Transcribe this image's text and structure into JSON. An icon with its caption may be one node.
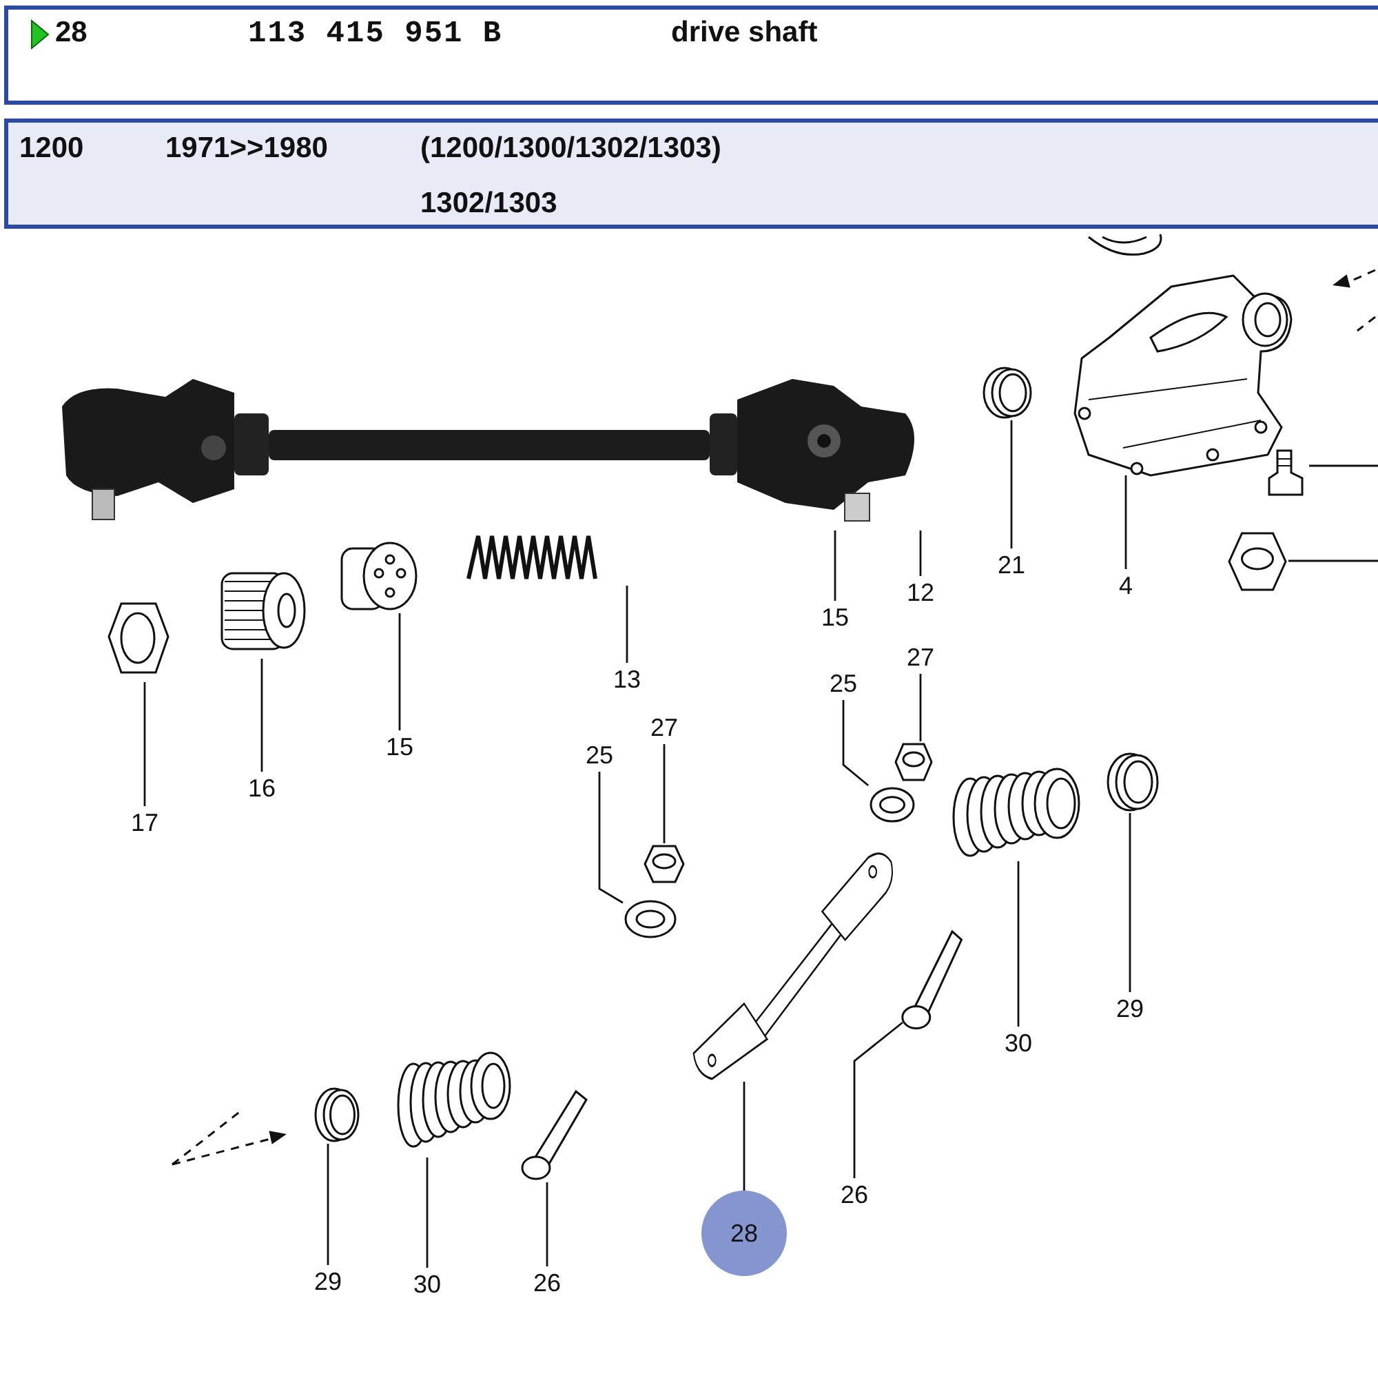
{
  "diagram": {
    "nodes": [
      {
        "text": [],
        "shape": "picture"
      },
      {
        "text": [],
        "shape": "picture"
      },
      {
        "text": [],
        "shape": "picture"
      },
      {
        "text": [],
        "shape": "picture"
      },
      {
        "text": [],
        "shape": "picture"
      },
      {
        "text": [],
        "shape": "picture"
      },
      {
        "text": [],
        "shape": "picture"
      },
      {
        "text": [],
        "shape": "picture"
      },
      {
        "text": [],
        "shape": "picture"
      },
      {
        "text": [],
        "shape": "picture"
      },
      {
        "text": [],
        "shape": "picture"
      },
      {
        "text": [],
        "shape": "picture"
      },
      {
        "text": [],
        "shape": "picture"
      },
      {
        "text": [],
        "shape": "picture"
      },
      {
        "text": [],
        "shape": "picture"
      },
      {
        "text": [],
        "shape": "picture"
      },
      {
        "text": [],
        "shape": "picture"
      },
      {
        "text": [],
        "shape": "picture"
      },
      {
        "text": [],
        "shape": "picture"
      },
      {
        "text": [],
        "shape": "picture"
      },
      {
        "text": [
          "17"
        ]
      },
      {
        "text": [
          "16"
        ]
      },
      {
        "text": [
          "15"
        ]
      },
      {
        "text": [
          "13"
        ]
      },
      {
        "text": [
          "15"
        ]
      },
      {
        "text": [
          "12"
        ]
      },
      {
        "text": [
          "21"
        ]
      },
      {
        "text": [
          "4"
        ]
      },
      {
        "text": [
          "25"
        ]
      },
      {
        "text": [
          "27"
        ]
      },
      {
        "text": [
          "25"
        ]
      },
      {
        "text": [
          "27"
        ]
      },
      {
        "text": [
          "30"
        ]
      },
      {
        "text": [
          "29"
        ]
      },
      {
        "text": [
          "28"
        ]
      },
      {
        "text": [
          "26"
        ]
      },
      {
        "text": [
          "29"
        ]
      },
      {
        "text": [
          "30"
        ]
      },
      {
        "text": [
          "26"
        ]
      }
    ],
    "edges": [
      {
        "from": 20,
        "to": 2,
        "arrow": "none"
      },
      {
        "from": 21,
        "to": 3,
        "arrow": "none"
      },
      {
        "from": 22,
        "to": 4,
        "arrow": "none"
      },
      {
        "from": 23,
        "to": 1,
        "arrow": "none"
      },
      {
        "from": 24,
        "to": 0,
        "arrow": "none"
      },
      {
        "from": 25,
        "to": 0,
        "arrow": "none"
      },
      {
        "from": 26,
        "to": 5,
        "arrow": "none"
      },
      {
        "from": 27,
        "to": 6,
        "arrow": "none"
      },
      {
        "from": 28,
        "to": 9,
        "arrow": "none"
      },
      {
        "from": 29,
        "to": 10,
        "arrow": "none"
      },
      {
        "from": 30,
        "to": 11,
        "arrow": "none"
      },
      {
        "from": 31,
        "to": 12,
        "arrow": "none"
      },
      {
        "from": 32,
        "to": 13,
        "arrow": "none"
      },
      {
        "from": 33,
        "to": 14,
        "arrow": "none"
      },
      {
        "from": 34,
        "to": 15,
        "arrow": "none"
      },
      {
        "from": 35,
        "to": 16,
        "arrow": "none"
      },
      {
        "from": 36,
        "to": 17,
        "arrow": "none"
      },
      {
        "from": 37,
        "to": 18,
        "arrow": "none"
      },
      {
        "from": 38,
        "to": 19,
        "arrow": "none"
      },
      {
        "from": 7,
        "to": null,
        "arrow": "none"
      },
      {
        "from": 8,
        "to": null,
        "arrow": "none"
      }
    ],
    "labels": [
      "28",
      "113 415 951 B",
      "drive shaft",
      "1200",
      "1971>>1980",
      "(1200/1300/1302/1303)",
      "1302/1303"
    ]
  }
}
